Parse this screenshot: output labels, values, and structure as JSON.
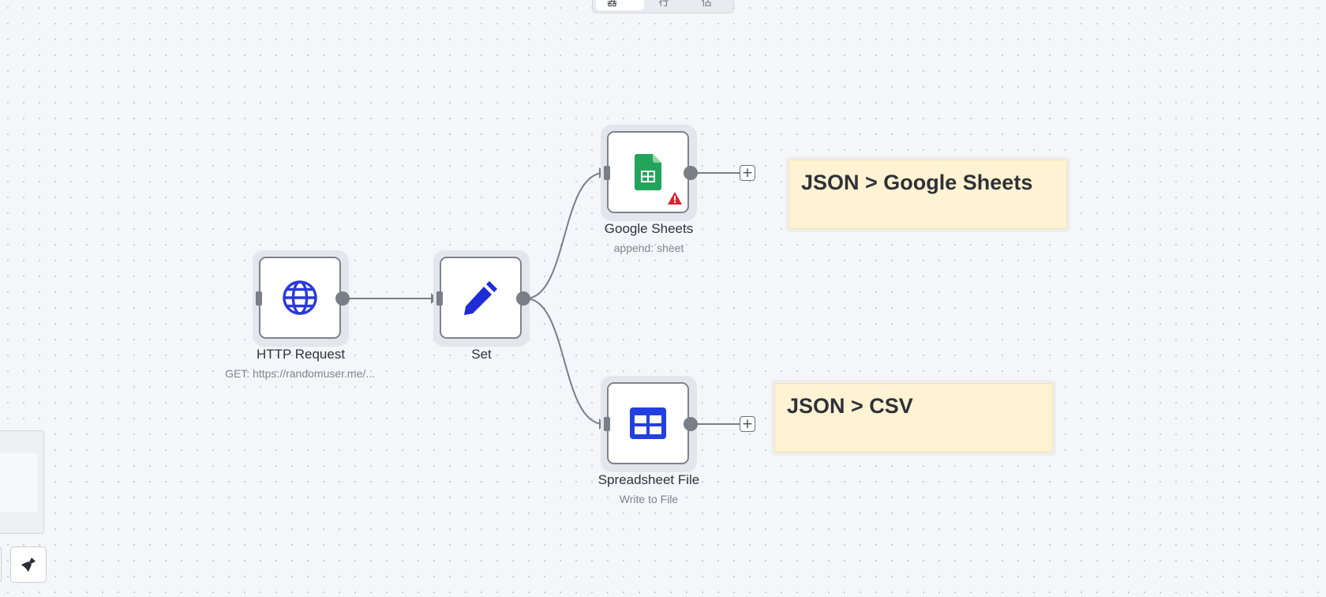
{
  "tabs": [
    {
      "label": "编辑器",
      "active": true
    },
    {
      "label": "执行",
      "active": false
    },
    {
      "label": "评估",
      "active": false
    }
  ],
  "nodes": {
    "http_request": {
      "title": "HTTP Request",
      "subtitle": "GET: https://randomuser.me/...",
      "icon": "globe-icon",
      "icon_color": "#2a39d9"
    },
    "set": {
      "title": "Set",
      "subtitle": "",
      "icon": "pencil-icon",
      "icon_color": "#1f2bd6"
    },
    "google_sheets": {
      "title": "Google Sheets",
      "subtitle": "append: sheet",
      "icon": "google-sheets-icon",
      "icon_color": "#22a45a",
      "warning": true,
      "warning_color": "#e0202f"
    },
    "spreadsheet_file": {
      "title": "Spreadsheet File",
      "subtitle": "Write to File",
      "icon": "table-icon",
      "icon_color": "#2340e0"
    }
  },
  "sticky_notes": [
    {
      "text": "JSON > Google Sheets"
    },
    {
      "text": "JSON > CSV"
    }
  ],
  "controls": {
    "clean_icon": "broom-icon"
  },
  "colors": {
    "canvas": "#f5f6f9",
    "sticky_bg": "#fff3d3",
    "edge": "#7a7e86"
  }
}
